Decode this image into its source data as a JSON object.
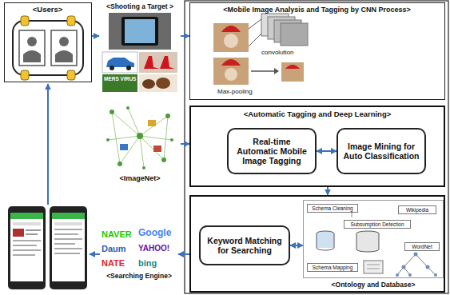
{
  "diagram": {
    "nodes": [
      {
        "text": [
          "<Users>"
        ]
      },
      {
        "text": [
          "<Shooting a Target >"
        ]
      },
      {
        "text": [
          "<Mobile Image Analysis and Tagging by CNN Process>"
        ]
      },
      {
        "text": [
          "<ImageNet>"
        ]
      },
      {
        "text": [
          "<Automatic Tagging and Deep Learning>"
        ]
      },
      {
        "text": [
          "Real-time Automatic Mobile Image Tagging"
        ],
        "in": 4
      },
      {
        "text": [
          "Image Mining for Auto Classification"
        ],
        "in": 4
      },
      {
        "text": [
          "<Ontology and Database>"
        ]
      },
      {
        "text": [
          "Keyword Matching for Searching"
        ],
        "in": 7
      },
      {
        "text": [
          "Schema Cleaning",
          "Wikipedia",
          "Subsumption Detection",
          "WordNet",
          "Schema Mapping"
        ],
        "in": 7
      },
      {
        "text": [
          "<Searching Engine>",
          "NAVER",
          "Google",
          "Daum",
          "YAHOO!",
          "NATE",
          "bing"
        ]
      }
    ],
    "edges": [
      {
        "from": 0,
        "to": 1,
        "arrow": "to"
      },
      {
        "from": 1,
        "to": 2,
        "arrow": "to"
      },
      {
        "from": 3,
        "to": 4,
        "arrow": "to"
      },
      {
        "from": 5,
        "to": 6,
        "arrow": "both"
      },
      {
        "from": 4,
        "to": 7,
        "arrow": "to"
      },
      {
        "from": 8,
        "to": 9,
        "arrow": "both"
      },
      {
        "from": 7,
        "to": 10,
        "arrow": "to"
      }
    ],
    "labels": [
      "convolution",
      "Max-pooling",
      "MERS VIRUS"
    ]
  }
}
